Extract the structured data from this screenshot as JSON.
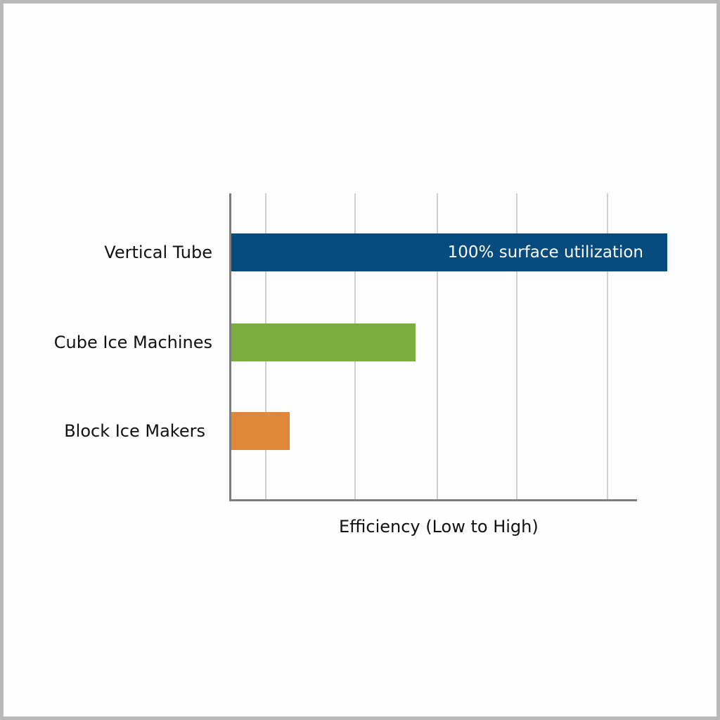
{
  "chart_data": {
    "type": "bar",
    "orientation": "horizontal",
    "title": "",
    "xlabel": "Efficiency (Low to High)",
    "ylabel": "",
    "categories": [
      "Vertical Tube",
      "Cube Ice Machines",
      "Block Ice Makers"
    ],
    "values": [
      100,
      42,
      13
    ],
    "xlim": [
      0,
      100
    ],
    "grid": true,
    "legend": null,
    "colors": [
      "#064b7d",
      "#7aae3e",
      "#e08837"
    ],
    "annotations": [
      {
        "category": "Vertical Tube",
        "text": "100% surface utilization"
      }
    ]
  },
  "labels": {
    "cat0": "Vertical Tube",
    "cat1": "Cube Ice Machines",
    "cat2": "Block Ice Makers",
    "annotation0": "100% surface utilization",
    "xlabel": "Efficiency (Low to High)"
  }
}
